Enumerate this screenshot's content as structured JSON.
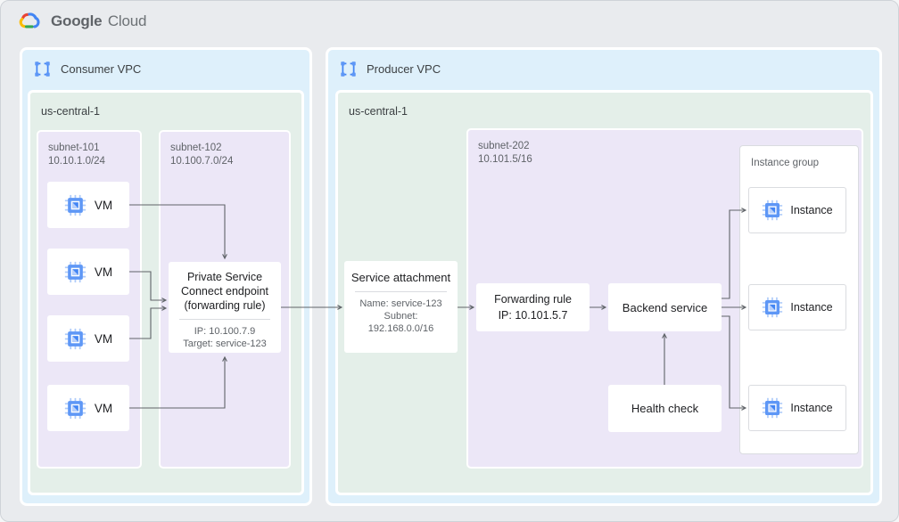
{
  "header": {
    "brand": {
      "google": "Google",
      "cloud": "Cloud"
    }
  },
  "consumer_vpc": {
    "label": "Consumer VPC",
    "region": {
      "label": "us-central-1",
      "subnet_101": {
        "name": "subnet-101",
        "cidr": "10.10.1.0/24",
        "vms": [
          {
            "label": "VM"
          },
          {
            "label": "VM"
          },
          {
            "label": "VM"
          },
          {
            "label": "VM"
          }
        ]
      },
      "subnet_102": {
        "name": "subnet-102",
        "cidr": "10.100.7.0/24",
        "psc_endpoint": {
          "title": "Private Service Connect endpoint (forwarding rule)",
          "ip": "IP: 10.100.7.9",
          "target": "Target: service-123"
        }
      }
    }
  },
  "producer_vpc": {
    "label": "Producer VPC",
    "region": {
      "label": "us-central-1",
      "service_attachment": {
        "title": "Service attachment",
        "name": "Name: service-123",
        "subnet_line1": "Subnet:",
        "subnet_line2": "192.168.0.0/16"
      },
      "subnet_202": {
        "name": "subnet-202",
        "cidr": "10.101.5/16",
        "forwarding_rule": {
          "title": "Forwarding rule",
          "ip": "IP: 10.101.5.7"
        },
        "backend_service": {
          "label": "Backend service"
        },
        "health_check": {
          "label": "Health check"
        },
        "instance_group": {
          "label": "Instance group",
          "instances": [
            {
              "label": "Instance"
            },
            {
              "label": "Instance"
            },
            {
              "label": "Instance"
            }
          ]
        }
      }
    }
  },
  "colors": {
    "page_bg": "#e9ebee",
    "vpc_fill": "#def0fb",
    "region_fill": "#e4efe9",
    "subnet_fill": "#ece7f7",
    "box_border": "#dadce0",
    "arrow": "#5f6368",
    "text_primary": "#202124",
    "text_secondary": "#5f6368",
    "brand_blue": "#4285f4",
    "brand_red": "#ea4335",
    "brand_yellow": "#fbbc04",
    "brand_green": "#34a853",
    "chip_light_blue": "#aecbfa"
  }
}
